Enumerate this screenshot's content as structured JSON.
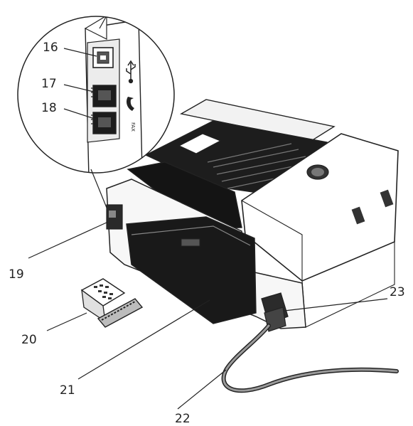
{
  "callouts": [
    {
      "id": "16",
      "label": "16"
    },
    {
      "id": "17",
      "label": "17"
    },
    {
      "id": "18",
      "label": "18"
    },
    {
      "id": "19",
      "label": "19"
    },
    {
      "id": "20",
      "label": "20"
    },
    {
      "id": "21",
      "label": "21"
    },
    {
      "id": "22",
      "label": "22"
    },
    {
      "id": "23",
      "label": "23"
    }
  ],
  "port_labels": {
    "fax": "FAX"
  },
  "icons": {
    "usb": "usb-icon",
    "phone": "phone-icon",
    "brand": "brand-logo"
  }
}
